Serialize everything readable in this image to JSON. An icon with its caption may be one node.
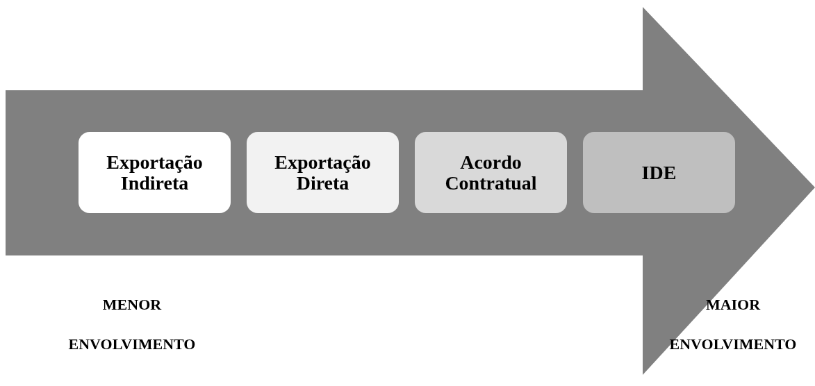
{
  "diagram": {
    "nodes": [
      {
        "text": [],
        "shape": "arrow"
      },
      {
        "text": [
          "Exportação Indireta"
        ],
        "in": 0
      },
      {
        "text": [
          "Exportação Direta"
        ],
        "in": 0
      },
      {
        "text": [
          "Acordo Contratual"
        ],
        "in": 0
      },
      {
        "text": [
          "IDE"
        ],
        "in": 0
      }
    ],
    "labels": [
      "MENOR ENVOLVIMENTO",
      "MAIOR ENVOLVIMENTO"
    ]
  }
}
